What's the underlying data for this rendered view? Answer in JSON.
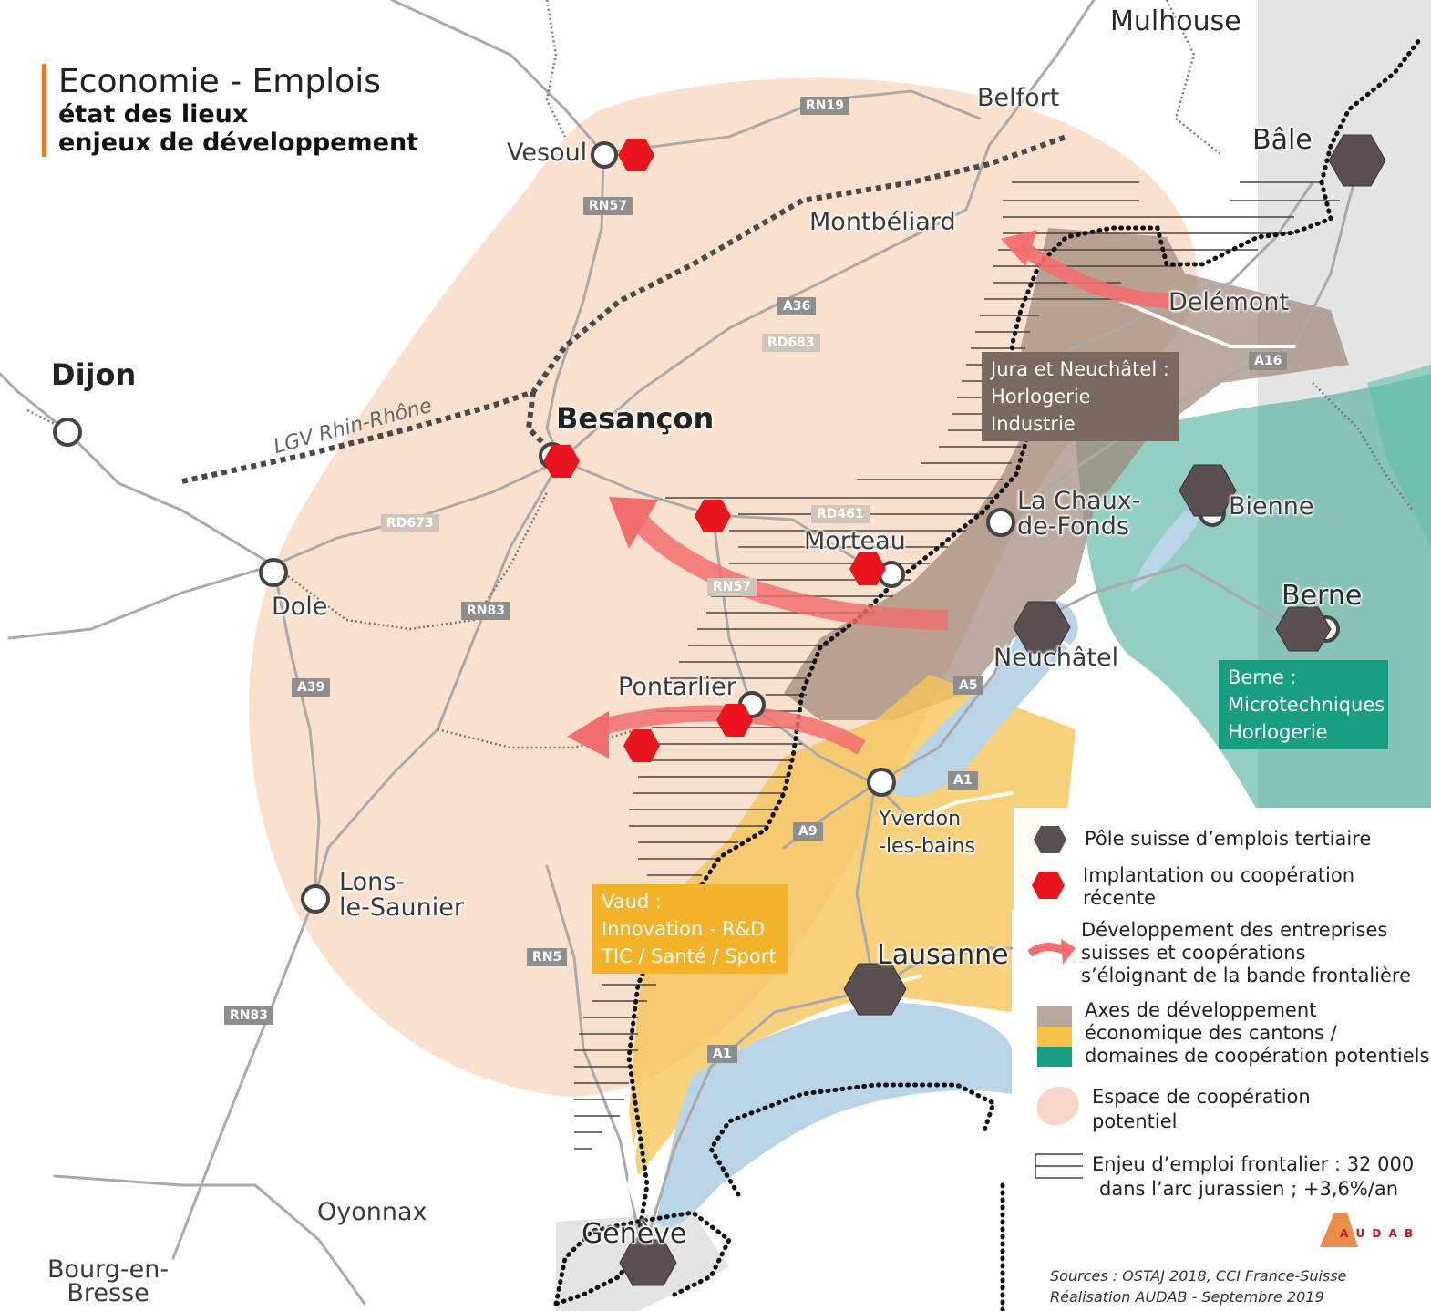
{
  "title": {
    "main": "Economie - Emplois",
    "sub1": "état des lieux",
    "sub2": "enjeux de développement"
  },
  "cities": {
    "mulhouse": "Mulhouse",
    "belfort": "Belfort",
    "bale": "Bâle",
    "vesoul": "Vesoul",
    "montbeliard": "Montbéliard",
    "delemont": "Delémont",
    "dijon": "Dijon",
    "besancon": "Besançon",
    "chaux1": "La Chaux-",
    "chaux2": "de-Fonds",
    "bienne": "Bienne",
    "morteau": "Morteau",
    "dole": "Dole",
    "berne": "Berne",
    "neuchatel": "Neuchâtel",
    "pontarlier": "Pontarlier",
    "yverdon1": "Yverdon",
    "yverdon2": "-les-bains",
    "lons1": "Lons-",
    "lons2": "le-Saunier",
    "lausanne": "Lausanne",
    "oyonnax": "Oyonnax",
    "geneve": "Genève",
    "bourg1": "Bourg-en-",
    "bourg2": "Bresse"
  },
  "roads": {
    "rn19": "RN19",
    "rn57a": "RN57",
    "a36": "A36",
    "rd683": "RD683",
    "a16": "A16",
    "rd673": "RD673",
    "rd461": "RD461",
    "rn57b": "RN57",
    "rn83a": "RN83",
    "a39": "A39",
    "a5": "A5",
    "a1a": "A1",
    "a9": "A9",
    "rn5": "RN5",
    "rn83b": "RN83",
    "a1b": "A1"
  },
  "lgv": "LGV Rhin-Rhône",
  "callouts": {
    "jura": [
      "Jura et Neuchâtel :",
      "Horlogerie",
      "Industrie"
    ],
    "berne": [
      "Berne :",
      "Microtechniques",
      "Horlogerie"
    ],
    "vaud": [
      "Vaud :",
      "Innovation - R&D",
      "TIC / Santé / Sport"
    ]
  },
  "legend": {
    "pole": "Pôle suisse d’emplois tertiaire",
    "implantation": [
      "Implantation ou coopération",
      "récente"
    ],
    "developpement": [
      "Développement des entreprises",
      "suisses et coopérations",
      "s’éloignant de la bande frontalière"
    ],
    "axes": [
      "Axes de développement",
      "économique des cantons /",
      "domaines de coopération potentiels"
    ],
    "espace": [
      "Espace de coopération",
      "potentiel"
    ],
    "enjeu": [
      "Enjeu d’emploi frontalier : 32 000",
      "dans l’arc jurassien ; +3,6%/an"
    ]
  },
  "sources": [
    "Sources : OSTAJ 2018, CCI France-Suisse",
    "Réalisation AUDAB - Septembre 2019"
  ],
  "logo": "A U D A B",
  "colors": {
    "cooperation_space": "#f9dcc6",
    "jura_neuchatel": "#9c8678",
    "berne": "#3aa58f",
    "vaud": "#f5c45a",
    "lake": "#b8d4e6",
    "swiss_pole": "#5a5052",
    "implantation": "#e8141e",
    "arrow": "#f26e6e",
    "border": "#111111",
    "title_accent": "#e8782a"
  }
}
